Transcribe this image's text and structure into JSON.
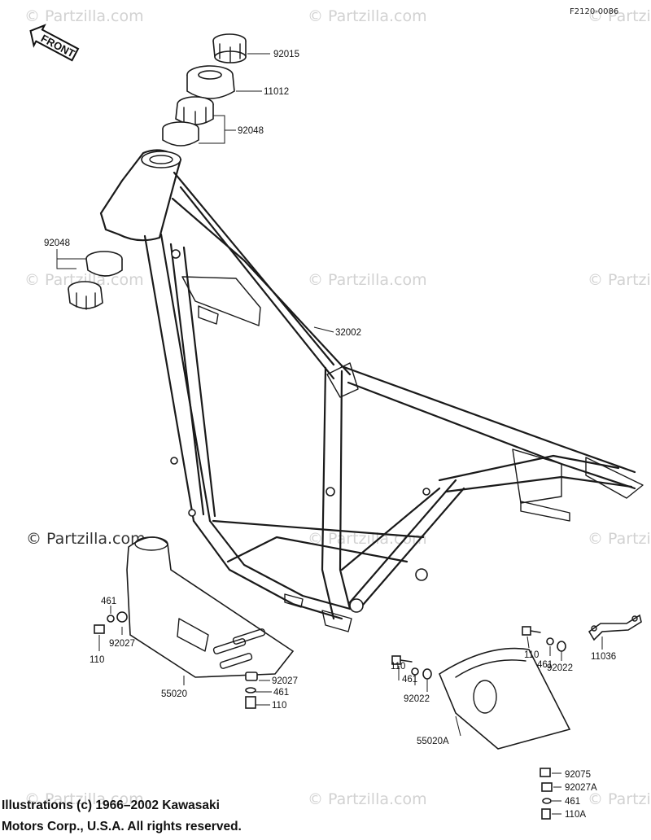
{
  "diagram_code": "F2120-0086",
  "front_label": "FRONT",
  "watermark": "© Partzilla.com",
  "watermark_main": "© Partzilla.com",
  "copyright": {
    "line1": "Illustrations (c) 1966–2002 Kawasaki",
    "line2": "Motors Corp., U.S.A.  All rights reserved."
  },
  "callouts": {
    "c92015": "92015",
    "c11012": "11012",
    "c92048_top": "92048",
    "c92048_left": "92048",
    "c32002": "32002",
    "c461_left": "461",
    "c92027_left": "92027",
    "c110_left": "110",
    "c55020": "55020",
    "c92027_mid": "92027",
    "c461_mid": "461",
    "c110_mid": "110",
    "c110_center": "110",
    "c461_center": "461",
    "c92022_center": "92022",
    "c110_right": "110",
    "c461_right": "461",
    "c92022_right": "92022",
    "c11036": "11036",
    "c55020A": "55020A",
    "c92075": "92075",
    "c92027A": "92027A",
    "c461_bottom": "461",
    "c110A": "110A"
  }
}
